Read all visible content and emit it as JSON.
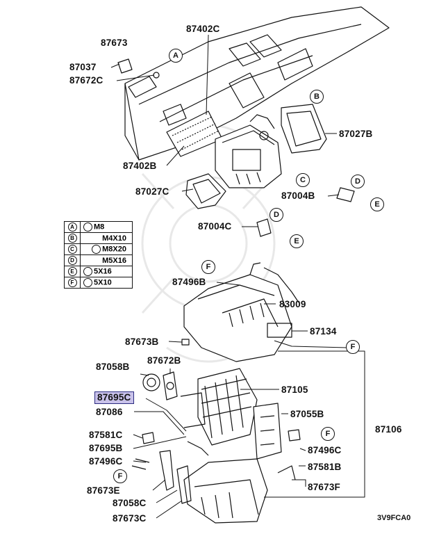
{
  "labels": [
    {
      "id": "87673-top",
      "text": "87673"
    },
    {
      "id": "87037",
      "text": "87037"
    },
    {
      "id": "87672C",
      "text": "87672C"
    },
    {
      "id": "87402C",
      "text": "87402C"
    },
    {
      "id": "87027B",
      "text": "87027B"
    },
    {
      "id": "87402B",
      "text": "87402B"
    },
    {
      "id": "87027C",
      "text": "87027C"
    },
    {
      "id": "87004B",
      "text": "87004B"
    },
    {
      "id": "87004C",
      "text": "87004C"
    },
    {
      "id": "87496B",
      "text": "87496B"
    },
    {
      "id": "83009",
      "text": "83009"
    },
    {
      "id": "87134",
      "text": "87134"
    },
    {
      "id": "87673B",
      "text": "87673B"
    },
    {
      "id": "87058B",
      "text": "87058B"
    },
    {
      "id": "87672B",
      "text": "87672B"
    },
    {
      "id": "87105",
      "text": "87105"
    },
    {
      "id": "87695C",
      "text": "87695C"
    },
    {
      "id": "87086",
      "text": "87086"
    },
    {
      "id": "87055B",
      "text": "87055B"
    },
    {
      "id": "87106",
      "text": "87106"
    },
    {
      "id": "87581C",
      "text": "87581C"
    },
    {
      "id": "87695B",
      "text": "87695B"
    },
    {
      "id": "87496C-left",
      "text": "87496C"
    },
    {
      "id": "87496C-right",
      "text": "87496C"
    },
    {
      "id": "87581B",
      "text": "87581B"
    },
    {
      "id": "87673F",
      "text": "87673F"
    },
    {
      "id": "87673E",
      "text": "87673E"
    },
    {
      "id": "87058C",
      "text": "87058C"
    },
    {
      "id": "87673C",
      "text": "87673C"
    }
  ],
  "highlighted_part": "87695C",
  "callouts": {
    "A": "A",
    "B1": "B",
    "C": "C",
    "D1": "D",
    "E1": "E",
    "D2": "D",
    "E2": "E",
    "F1": "F",
    "F2": "F",
    "F3": "F",
    "F4": "F"
  },
  "fastener_legend": [
    {
      "key": "A",
      "spec": "M8"
    },
    {
      "key": "B",
      "spec": "M4X10"
    },
    {
      "key": "C",
      "spec": "M8X20"
    },
    {
      "key": "D",
      "spec": "M5X16"
    },
    {
      "key": "E",
      "spec": "5X16"
    },
    {
      "key": "F",
      "spec": "5X10"
    }
  ],
  "diagram_code": "3V9FCA0",
  "colors": {
    "ink": "#111111",
    "highlight_fill": "#c9c2ea",
    "highlight_border": "#2a2a80",
    "watermark": "#e6e6e6"
  }
}
